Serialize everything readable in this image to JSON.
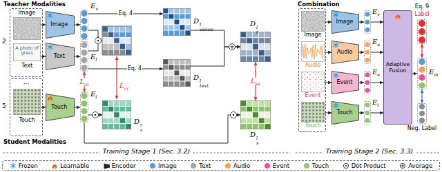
{
  "diagram": {
    "nodes": [
      {
        "text": [
          "Teacher Modalities"
        ]
      },
      {
        "text": [
          "Image"
        ],
        "in": 0
      },
      {
        "text": [
          "A photo of grass",
          "Text"
        ],
        "in": 0
      },
      {
        "text": [
          "Image"
        ]
      },
      {
        "text": [
          "Text"
        ]
      },
      {
        "text": [
          "Ev"
        ]
      },
      {
        "text": [
          "El"
        ]
      },
      {
        "text": [
          "Dlvision"
        ]
      },
      {
        "text": [
          "Dltext"
        ]
      },
      {
        "text": [
          "Dlt"
        ]
      },
      {
        "text": [
          "Student Modalities"
        ]
      },
      {
        "text": [
          "Touch"
        ],
        "in": 10
      },
      {
        "text": [
          "Touch"
        ]
      },
      {
        "text": [
          "Et"
        ]
      },
      {
        "text": [
          "Drs"
        ]
      },
      {
        "text": [
          "Dls"
        ]
      },
      {
        "text": [
          "Combination"
        ]
      },
      {
        "text": [
          "Image"
        ],
        "in": 16
      },
      {
        "text": [
          "Audio"
        ],
        "in": 16
      },
      {
        "text": [
          "Event"
        ],
        "in": 16
      },
      {
        "text": [
          "Touch"
        ],
        "in": 16
      },
      {
        "text": [
          "Image"
        ]
      },
      {
        "text": [
          "Audio"
        ]
      },
      {
        "text": [
          "Event"
        ]
      },
      {
        "text": [
          "Touch"
        ]
      },
      {
        "text": [
          "Ev"
        ]
      },
      {
        "text": [
          "Ea"
        ]
      },
      {
        "text": [
          "Ee"
        ]
      },
      {
        "text": [
          "Et"
        ]
      },
      {
        "text": [
          "Adaptive Fusion"
        ]
      },
      {
        "text": [
          "Label"
        ]
      },
      {
        "text": [
          "Em"
        ]
      },
      {
        "text": [
          "Neg. Label"
        ]
      }
    ],
    "edges": [
      {
        "from": 1,
        "to": 3,
        "arrow": "to"
      },
      {
        "from": 2,
        "to": 4,
        "arrow": "to"
      },
      {
        "from": 3,
        "to": 5,
        "arrow": "to"
      },
      {
        "from": 4,
        "to": 6,
        "arrow": "to"
      },
      {
        "from": 5,
        "to": 7,
        "arrow": "to",
        "label": "Eq. 4"
      },
      {
        "from": 6,
        "to": 8,
        "arrow": "to",
        "label": "Eq. 4"
      },
      {
        "from": 7,
        "to": 9,
        "arrow": "to"
      },
      {
        "from": 8,
        "to": 9,
        "arrow": "to"
      },
      {
        "from": 6,
        "to": 13,
        "arrow": "both",
        "label": "Lin"
      },
      {
        "from": 9,
        "to": 15,
        "arrow": "both",
        "label": "Lse"
      },
      {
        "from": 11,
        "to": 12,
        "arrow": "to"
      },
      {
        "from": 12,
        "to": 13,
        "arrow": "to"
      },
      {
        "from": 13,
        "to": 14,
        "arrow": "to"
      },
      {
        "from": 13,
        "to": 15,
        "arrow": "to"
      },
      {
        "from": 17,
        "to": 21,
        "arrow": "to"
      },
      {
        "from": 18,
        "to": 22,
        "arrow": "to"
      },
      {
        "from": 19,
        "to": 23,
        "arrow": "to"
      },
      {
        "from": 20,
        "to": 24,
        "arrow": "to"
      },
      {
        "from": 21,
        "to": 25,
        "arrow": "to"
      },
      {
        "from": 22,
        "to": 26,
        "arrow": "to"
      },
      {
        "from": 23,
        "to": 27,
        "arrow": "to"
      },
      {
        "from": 24,
        "to": 28,
        "arrow": "to"
      },
      {
        "from": 25,
        "to": 29,
        "arrow": "to"
      },
      {
        "from": 26,
        "to": 29,
        "arrow": "to"
      },
      {
        "from": 27,
        "to": 29,
        "arrow": "to"
      },
      {
        "from": 28,
        "to": 29,
        "arrow": "to"
      },
      {
        "from": 29,
        "to": 31,
        "arrow": "to"
      },
      {
        "from": 30,
        "to": 31,
        "arrow": "both"
      },
      {
        "from": 31,
        "to": 32,
        "arrow": "both"
      }
    ],
    "labels": [
      "2",
      "...",
      "5",
      "Lcr",
      "Eq. 9",
      "Training Stage 1 (Sec. 3.2)",
      "Training Stage 2 (Sec. 3.3)"
    ],
    "legend": [
      {
        "text": "Frozen"
      },
      {
        "text": "Learnable"
      },
      {
        "text": "Encoder"
      },
      {
        "text": "Image",
        "color": "#5b9bd5"
      },
      {
        "text": "Text",
        "color": "#a6a6a6"
      },
      {
        "text": "Audio",
        "color": "#f4a460"
      },
      {
        "text": "Event",
        "color": "#e8559a"
      },
      {
        "text": "Touch",
        "color": "#92c66b"
      },
      {
        "text": "Dot Product"
      },
      {
        "text": "Average"
      }
    ]
  }
}
